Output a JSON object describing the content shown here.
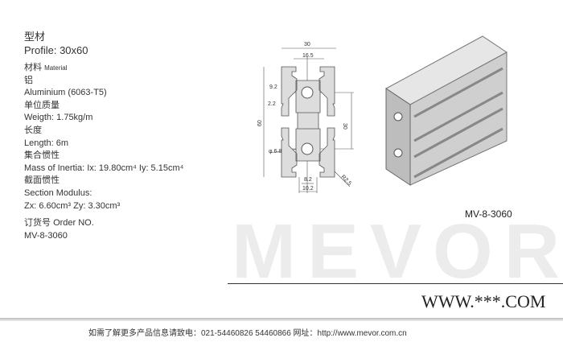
{
  "watermark": "MEVOR",
  "spec": {
    "profile_cn": "型材",
    "profile": "Profile: 30x60",
    "material_cn": "材料",
    "material_en": "Material",
    "material_cn2": "铝",
    "material": "Aluminium (6063-T5)",
    "weight_cn": "单位质量",
    "weight": "Weigth: 1.75kg/m",
    "length_cn": "长度",
    "length": "Length:  6m",
    "inertia_cn": "集合惯性",
    "inertia": "Mass of Inertia: Ix: 19.80cm⁴  Iy: 5.15cm⁴",
    "modulus_cn": "截面惯性",
    "modulus": "Section Modulus:",
    "modulus_values": "Zx: 6.60cm³  Zy: 3.30cm³",
    "order_cn": "订货号",
    "order_en": "Order NO.",
    "order": "MV-8-3060"
  },
  "drawing": {
    "d30": "30",
    "d16_5": "16.5",
    "d9_2": "9.2",
    "d2_2": "2.2",
    "d60": "60",
    "d30v": "30",
    "d6_8": "φ 6.8",
    "d8_2": "8.2",
    "d10_2": "10.2",
    "r2_5": "R2.5"
  },
  "product_code": "MV-8-3060",
  "footer": {
    "text": "如需了解更多产品信息请致电：021-54460826  54460866  网址：http://www.mevor.com.cn",
    "brand": "WWW.***.COM"
  }
}
